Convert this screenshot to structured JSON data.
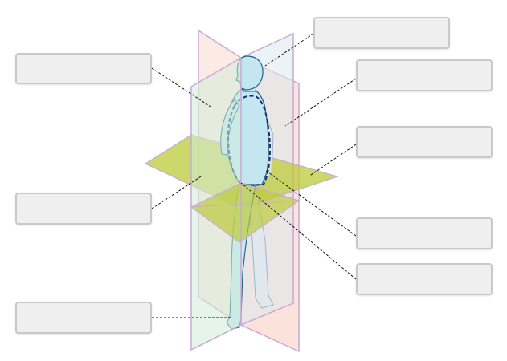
{
  "diagram": {
    "labels": [
      {
        "id": "box-0",
        "text": ""
      },
      {
        "id": "box-1",
        "text": ""
      },
      {
        "id": "box-2",
        "text": ""
      },
      {
        "id": "box-3",
        "text": ""
      },
      {
        "id": "box-4",
        "text": ""
      },
      {
        "id": "box-5",
        "text": ""
      },
      {
        "id": "box-6",
        "text": ""
      },
      {
        "id": "box-7",
        "text": ""
      }
    ]
  },
  "colors": {
    "sagittal_plane": "#f9d9cf",
    "coronal_plane": "#d2ecd8",
    "transverse_plane": "#bccb3a",
    "plane_edge": "#c8a9d8",
    "figure_fill": "#c4e6f0",
    "figure_outline": "#1f5f85",
    "dashed_outline": "#1a2a7a",
    "leader_line": "#111111",
    "label_box_fill": "#efefef",
    "label_box_border": "#c9c9c9"
  }
}
